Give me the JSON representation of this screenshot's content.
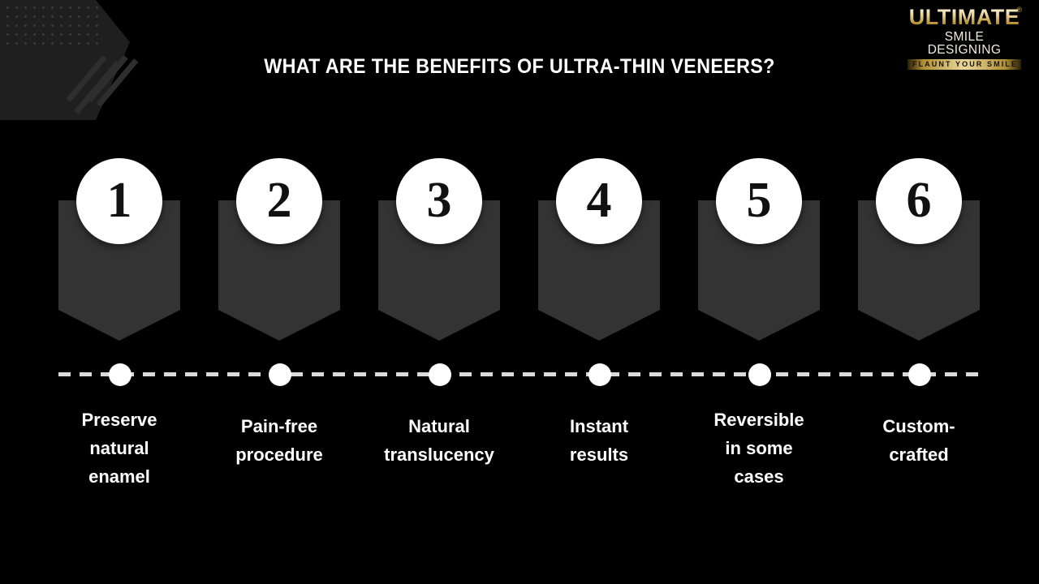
{
  "slide": {
    "background_color": "#000000",
    "title": "WHAT ARE THE BENEFITS OF ULTRA-THIN VENEERS?"
  },
  "logo": {
    "word": "ULTIMATE",
    "subtitle": "SMILE DESIGNING",
    "tagline": "FLAUNT YOUR SMILE",
    "registered_mark": "®",
    "gold_color": "#d8b45c",
    "cream_color": "#f3ecdc"
  },
  "decoration": {
    "pentagon_color": "#1f1f1f",
    "dot_color": "#3a3a3a",
    "stripe_color": "#2e2e2e",
    "stripe_count": 4
  },
  "connector": {
    "line_color": "#d9d9d9",
    "dot_color": "#ffffff",
    "style": "dashed"
  },
  "steps": [
    {
      "number": "1",
      "label": "Preserve\nnatural\nenamel",
      "label_lines": [
        "Preserve",
        "natural",
        "enamel"
      ]
    },
    {
      "number": "2",
      "label": "Pain-free\nprocedure",
      "label_lines": [
        "Pain-free",
        "procedure"
      ]
    },
    {
      "number": "3",
      "label": "Natural\ntranslucency",
      "label_lines": [
        "Natural",
        "translucency"
      ]
    },
    {
      "number": "4",
      "label": "Instant\nresults",
      "label_lines": [
        "Instant",
        "results"
      ]
    },
    {
      "number": "5",
      "label": "Reversible\nin some\ncases",
      "label_lines": [
        "Reversible",
        "in some",
        "cases"
      ]
    },
    {
      "number": "6",
      "label": "Custom-\ncrafted",
      "label_lines": [
        "Custom-",
        "crafted"
      ]
    }
  ],
  "theme": {
    "shield_color": "#333333",
    "badge_color": "#ffffff",
    "number_color": "#111111",
    "label_color": "#ffffff",
    "title_color": "#ffffff"
  }
}
